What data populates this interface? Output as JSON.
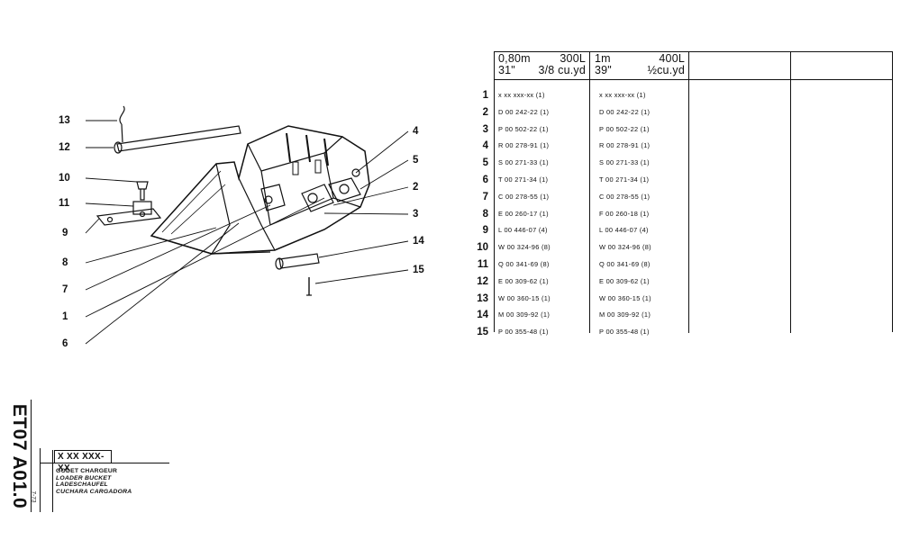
{
  "table": {
    "header": {
      "col1": {
        "line1_left": "0,80m",
        "line1_right": "300L",
        "line2_left": "31\"",
        "line2_right": "3/8 cu.yd"
      },
      "col2": {
        "line1_left": "1m",
        "line1_right": "400L",
        "line2_left": "39\"",
        "line2_right": "½cu.yd"
      }
    },
    "rows": [
      {
        "num": "1",
        "c1": "x xx xxx-xx (1)",
        "c2": "x xx xxx-xx (1)"
      },
      {
        "num": "2",
        "c1": "D 00 242-22 (1)",
        "c2": "D 00 242-22 (1)"
      },
      {
        "num": "3",
        "c1": "P 00 502-22 (1)",
        "c2": "P 00 502-22 (1)"
      },
      {
        "num": "4",
        "c1": "R 00 278-91 (1)",
        "c2": "R 00 278-91 (1)"
      },
      {
        "num": "5",
        "c1": "S 00 271-33 (1)",
        "c2": "S 00 271-33 (1)"
      },
      {
        "num": "6",
        "c1": "T 00 271-34 (1)",
        "c2": "T 00 271-34 (1)"
      },
      {
        "num": "7",
        "c1": "C 00 278-55 (1)",
        "c2": "C 00 278-55 (1)"
      },
      {
        "num": "8",
        "c1": "E 00 260-17 (1)",
        "c2": "F 00 260-18 (1)"
      },
      {
        "num": "9",
        "c1": "L 00 446-07 (4)",
        "c2": "L 00 446-07 (4)"
      },
      {
        "num": "10",
        "c1": "W 00 324-96 (8)",
        "c2": "W 00 324-96 (8)"
      },
      {
        "num": "11",
        "c1": "Q 00 341-69 (8)",
        "c2": "Q 00 341-69 (8)"
      },
      {
        "num": "12",
        "c1": "E 00 309-62 (1)",
        "c2": "E 00 309-62 (1)"
      },
      {
        "num": "13",
        "c1": "W 00 360-15 (1)",
        "c2": "W 00 360-15 (1)"
      },
      {
        "num": "14",
        "c1": "M 00 309-92 (1)",
        "c2": "M 00 309-92 (1)"
      },
      {
        "num": "15",
        "c1": "P 00 355-48 (1)",
        "c2": "P 00 355-48 (1)"
      }
    ]
  },
  "drawing": {
    "callouts": [
      "13",
      "12",
      "10",
      "11",
      "9",
      "8",
      "7",
      "1",
      "6",
      "4",
      "5",
      "2",
      "3",
      "14",
      "15"
    ]
  },
  "title_block": {
    "code": "ET07 A01.0",
    "date": "7-73",
    "ref": "X XX XXX-XX",
    "names": [
      "GODET CHARGEUR",
      "LOADER BUCKET",
      "LADESCHAUFEL",
      "CUCHARA CARGADORA"
    ]
  }
}
